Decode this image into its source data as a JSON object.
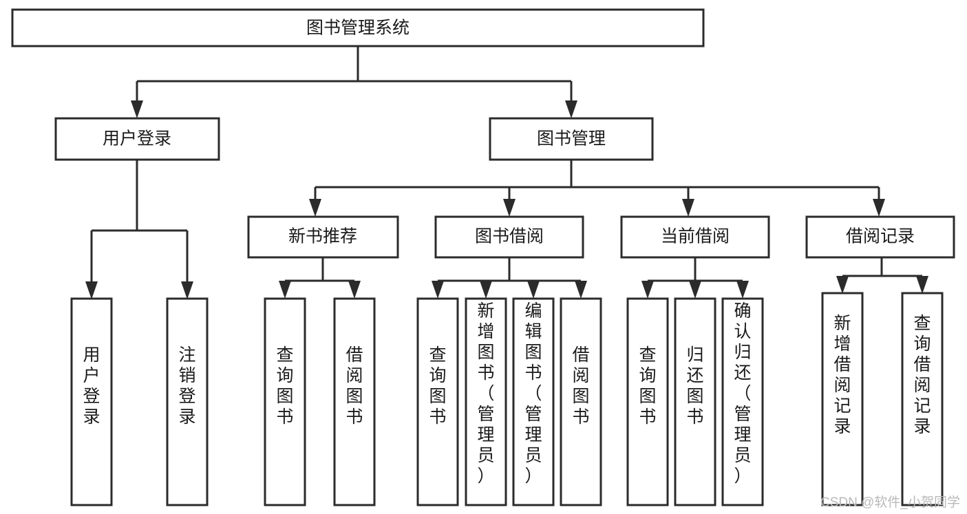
{
  "diagram": {
    "title": "图书管理系统",
    "type": "tree-hierarchy",
    "orientation": "top-down",
    "style": {
      "box_fill": "#ffffff",
      "box_stroke": "#2b2b2b",
      "text_color": "#1a1a1a",
      "watermark_color": "#b9b9b9",
      "background": "#ffffff"
    }
  },
  "nodes": {
    "root": {
      "label": "图书管理系统",
      "level": 0,
      "orientation": "horizontal"
    },
    "l1": [
      {
        "id": "user-login",
        "label": "用户登录",
        "level": 1,
        "orientation": "horizontal"
      },
      {
        "id": "book-manage",
        "label": "图书管理",
        "level": 1,
        "orientation": "horizontal"
      }
    ],
    "l2": [
      {
        "id": "new-book-rec",
        "label": "新书推荐",
        "level": 2,
        "orientation": "horizontal",
        "parent": "book-manage"
      },
      {
        "id": "book-borrow",
        "label": "图书借阅",
        "level": 2,
        "orientation": "horizontal",
        "parent": "book-manage"
      },
      {
        "id": "current-borrow",
        "label": "当前借阅",
        "level": 2,
        "orientation": "horizontal",
        "parent": "book-manage"
      },
      {
        "id": "borrow-record",
        "label": "借阅记录",
        "level": 2,
        "orientation": "horizontal",
        "parent": "book-manage"
      }
    ],
    "leaves": [
      {
        "id": "leaf-user-login",
        "label": "用户登录",
        "parent": "user-login",
        "orientation": "vertical"
      },
      {
        "id": "leaf-logout",
        "label": "注销登录",
        "parent": "user-login",
        "orientation": "vertical"
      },
      {
        "id": "leaf-query-book-1",
        "label": "查询图书",
        "parent": "new-book-rec",
        "orientation": "vertical"
      },
      {
        "id": "leaf-borrow-book-1",
        "label": "借阅图书",
        "parent": "new-book-rec",
        "orientation": "vertical"
      },
      {
        "id": "leaf-query-book-2",
        "label": "查询图书",
        "parent": "book-borrow",
        "orientation": "vertical"
      },
      {
        "id": "leaf-add-book",
        "label": "新增图书（管理员）",
        "parent": "book-borrow",
        "orientation": "vertical"
      },
      {
        "id": "leaf-edit-book",
        "label": "编辑图书（管理员）",
        "parent": "book-borrow",
        "orientation": "vertical"
      },
      {
        "id": "leaf-borrow-book-2",
        "label": "借阅图书",
        "parent": "book-borrow",
        "orientation": "vertical"
      },
      {
        "id": "leaf-query-book-3",
        "label": "查询图书",
        "parent": "current-borrow",
        "orientation": "vertical"
      },
      {
        "id": "leaf-return-book",
        "label": "归还图书",
        "parent": "current-borrow",
        "orientation": "vertical"
      },
      {
        "id": "leaf-confirm-return",
        "label": "确认归还（管理员）",
        "parent": "current-borrow",
        "orientation": "vertical"
      },
      {
        "id": "leaf-add-record",
        "label": "新增借阅记录",
        "parent": "borrow-record",
        "orientation": "vertical"
      },
      {
        "id": "leaf-query-record",
        "label": "查询借阅记录",
        "parent": "borrow-record",
        "orientation": "vertical"
      }
    ]
  },
  "watermark": {
    "text": "CSDN @软件_小贺同学"
  }
}
